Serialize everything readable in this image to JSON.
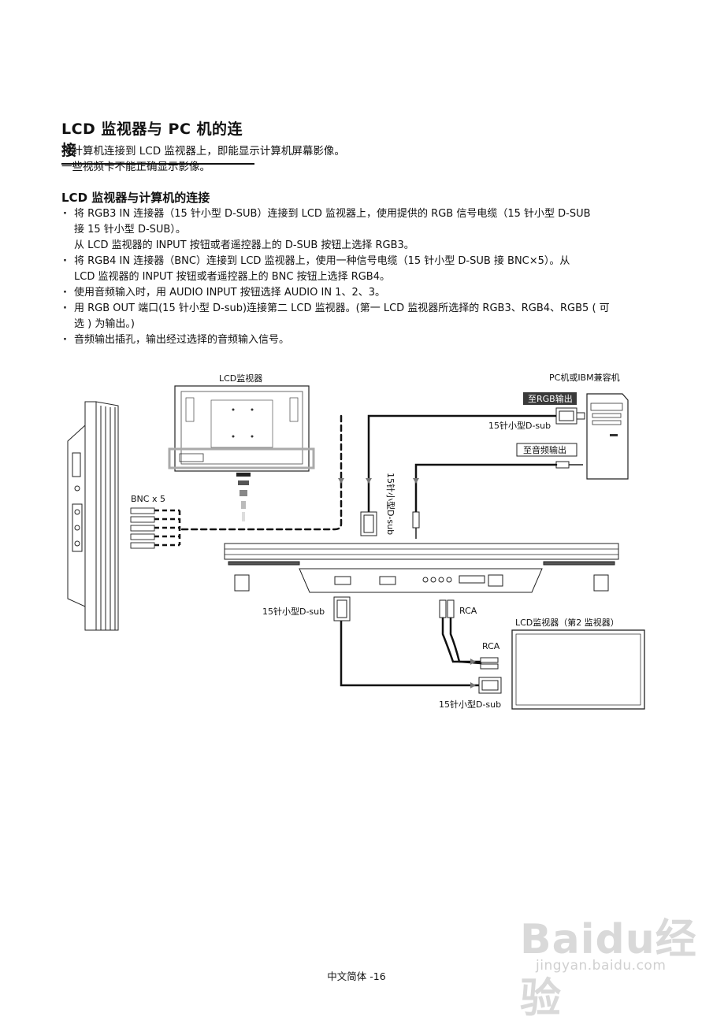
{
  "page": {
    "title": "LCD 监视器与 PC 机的连接",
    "intro": [
      "将计算机连接到 LCD 监视器上，即能显示计算机屏幕影像。",
      "一些视频卡不能正确显示影像。"
    ],
    "subtitle": "LCD 监视器与计算机的连接",
    "bullets": [
      "将 RGB3 IN 连接器（15 针小型 D-SUB）连接到 LCD 监视器上，使用提供的 RGB 信号电缆（15 针小型 D-SUB",
      "接 15 针小型 D-SUB）。",
      "从 LCD 监视器的 INPUT 按钮或者遥控器上的 D-SUB 按钮上选择 RGB3。",
      "将 RGB4 IN 连接器（BNC）连接到 LCD 监视器上，使用一种信号电缆（15 针小型 D-SUB 接 BNC×5）。从",
      "LCD 监视器的 INPUT 按钮或者遥控器上的 BNC 按钮上选择 RGB4。",
      "使用音频输入时，用 AUDIO INPUT 按钮选择 AUDIO IN 1、2、3。",
      "用 RGB OUT 端口(15 针小型 D-sub)连接第二 LCD 监视器。(第一 LCD 监视器所选择的 RGB3、RGB4、RGB5 ( 可",
      "选 ) 为输出。)",
      "音频输出插孔，输出经过选择的音频输入信号。"
    ],
    "footer": "中文简体 -16"
  },
  "diagram": {
    "lcd_monitor": "LCD监视器",
    "pc": "PC机或IBM兼容机",
    "to_rgb": "至RGB输出",
    "dsub_15_a": "15针小型D-sub",
    "to_audio": "至音频输出",
    "bnc": "BNC x 5",
    "dsub_15_vertical": "15针小型D-sub",
    "dsub_15_b": "15针小型D-sub",
    "rca_a": "RCA",
    "lcd_second": "LCD监视器（第2 监视器）",
    "rca_b": "RCA",
    "dsub_15_c": "15针小型D-sub"
  },
  "watermark": {
    "brand": "Baidu经验",
    "url": "jingyan.baidu.com"
  }
}
